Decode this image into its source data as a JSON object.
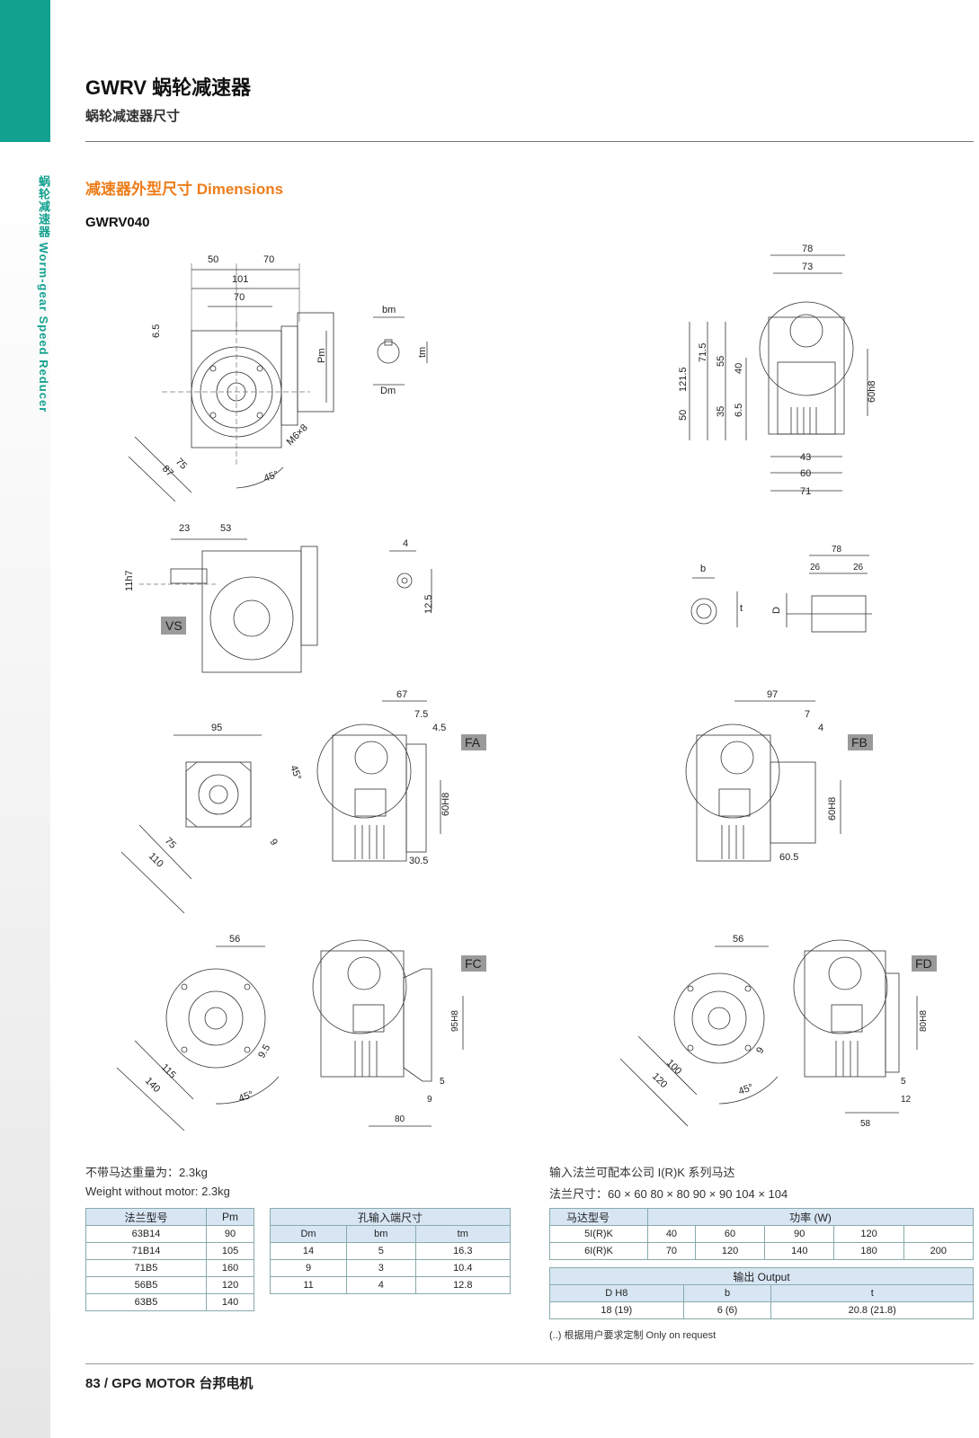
{
  "side_label": "蜗轮减速器 Worm-gear Speed Reducer",
  "header": {
    "title": "GWRV 蜗轮减速器",
    "subtitle": "蜗轮减速器尺寸"
  },
  "section_title": "减速器外型尺寸 Dimensions",
  "model": "GWRV040",
  "drawing_labels": {
    "d50": "50",
    "d70a": "70",
    "d101": "101",
    "d70b": "70",
    "d65": "6.5",
    "pm": "Pm",
    "d75": "75",
    "d87": "87",
    "d45": "45°",
    "m6x8": "M6×8",
    "bm": "bm",
    "tm": "tm",
    "dm": "Dm",
    "d78": "78",
    "d73": "73",
    "d1215": "121.5",
    "d715": "71.5",
    "d55": "55",
    "d40": "40",
    "d50b": "50",
    "d35": "35",
    "d65b": "6.5",
    "h60h8": "60h8",
    "d43": "43",
    "d60": "60",
    "d71": "71",
    "d23": "23",
    "d53": "53",
    "d11h7": "11h7",
    "vs": "VS",
    "d4": "4",
    "d125": "12.5",
    "b": "b",
    "t": "t",
    "D": "D",
    "d78b": "78",
    "d26a": "26",
    "d26b": "26",
    "d95": "95",
    "d45b": "45°",
    "d75b": "75",
    "d110": "110",
    "d9": "9",
    "d67": "67",
    "d75c": "7.5",
    "d45c": "4.5",
    "fa": "FA",
    "h60h8b": "60H8",
    "d305": "30.5",
    "d97": "97",
    "d7": "7",
    "d4b": "4",
    "fb": "FB",
    "h60h8c": "60H8",
    "d605": "60.5",
    "d56": "56",
    "d95b": "9.5",
    "d115": "115",
    "d140": "140",
    "d45d": "45°",
    "fc": "FC",
    "h95h8": "95H8",
    "d5": "5",
    "d9b": "9",
    "d80": "80",
    "d56b": "56",
    "d9c": "9",
    "d100": "100",
    "d120": "120",
    "d45e": "45°",
    "fd": "FD",
    "h80h8": "80H8",
    "d5b": "5",
    "d12": "12",
    "d58": "58"
  },
  "weight_note_cn": "不带马达重量为：2.3kg",
  "weight_note_en": "Weight without motor: 2.3kg",
  "flange_table": {
    "headers": [
      "法兰型号",
      "Pm"
    ],
    "rows": [
      [
        "63B14",
        "90"
      ],
      [
        "71B14",
        "105"
      ],
      [
        "71B5",
        "160"
      ],
      [
        "56B5",
        "120"
      ],
      [
        "63B5",
        "140"
      ]
    ]
  },
  "input_table": {
    "title": "孔输入端尺寸",
    "headers": [
      "Dm",
      "bm",
      "tm"
    ],
    "rows": [
      [
        "14",
        "5",
        "16.3"
      ],
      [
        "9",
        "3",
        "10.4"
      ],
      [
        "11",
        "4",
        "12.8"
      ]
    ]
  },
  "motor_note_1": "输入法兰可配本公司 I(R)K 系列马达",
  "motor_note_2": "法兰尺寸：60 × 60    80 × 80    90 × 90    104 × 104",
  "power_table": {
    "headers": [
      "马达型号",
      "功率 (W)"
    ],
    "rows": [
      [
        "5I(R)K",
        "40",
        "60",
        "90",
        "120",
        ""
      ],
      [
        "6I(R)K",
        "70",
        "120",
        "140",
        "180",
        "200"
      ]
    ]
  },
  "output_table": {
    "title": "输出 Output",
    "headers": [
      "D H8",
      "b",
      "t"
    ],
    "rows": [
      [
        "18 (19)",
        "6 (6)",
        "20.8 (21.8)"
      ]
    ]
  },
  "request_note": "(..) 根据用户要求定制 Only on request",
  "footer": "83  /  GPG MOTOR 台邦电机"
}
